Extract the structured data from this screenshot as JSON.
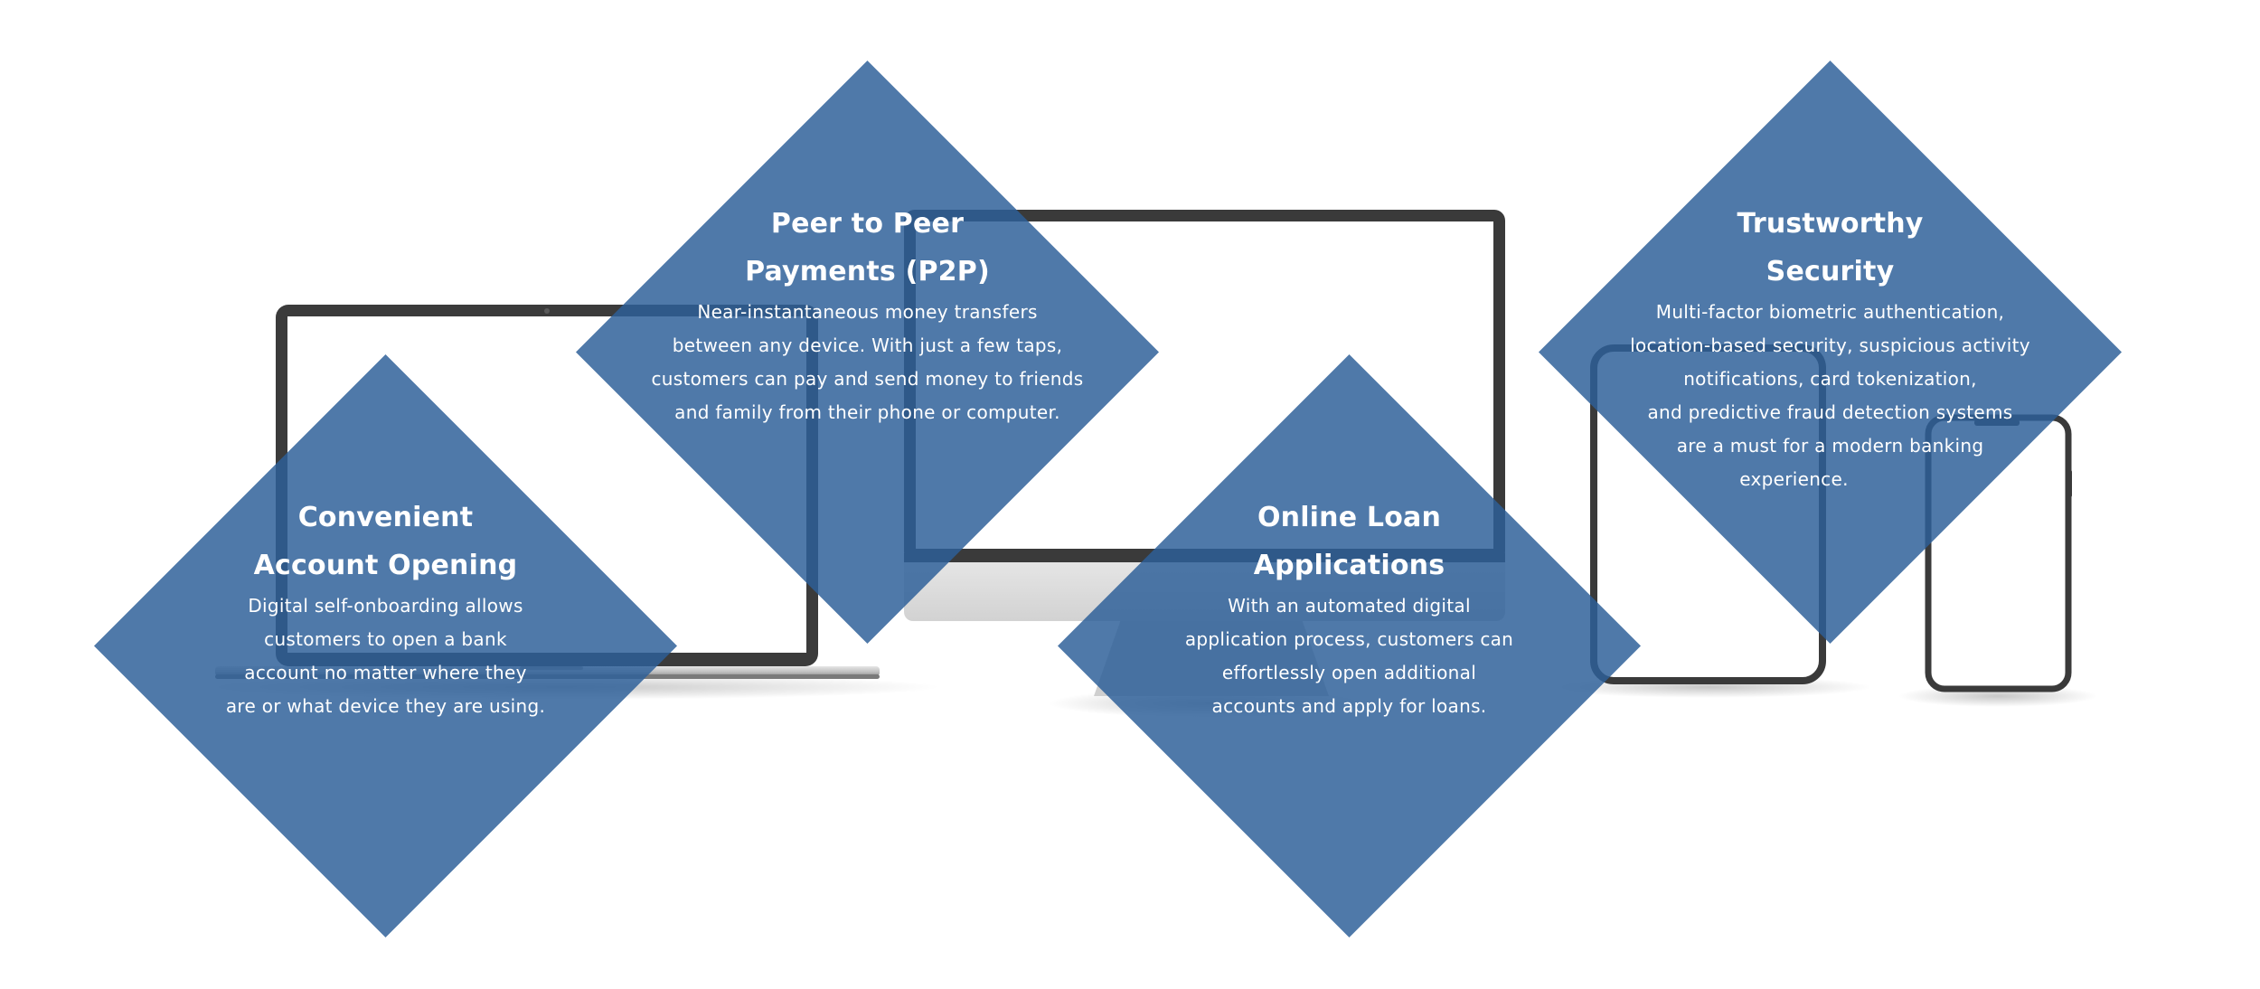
{
  "colors": {
    "diamond_fill": "#2d5f99",
    "text": "#ffffff",
    "device_frame": "#3a3a3a",
    "device_base": "#d9d9d9"
  },
  "cards": [
    {
      "id": "convenient-account-opening",
      "title_lines": [
        "Convenient",
        "Account Opening"
      ],
      "body_lines": [
        "Digital self-onboarding allows",
        "customers to open a bank",
        "account no matter where they",
        "are or what device they are using."
      ]
    },
    {
      "id": "peer-to-peer-payments",
      "title_lines": [
        "Peer to Peer",
        "Payments (P2P)"
      ],
      "body_lines": [
        "Near-instantaneous money transfers",
        "between any device. With just a few taps,",
        "customers can pay and send money to friends",
        "and family from their phone or computer."
      ]
    },
    {
      "id": "online-loan-applications",
      "title_lines": [
        "Online Loan",
        "Applications"
      ],
      "body_lines": [
        "With an automated digital",
        "application process, customers can",
        "effortlessly open additional",
        "accounts and apply for loans."
      ]
    },
    {
      "id": "trustworthy-security",
      "title_lines": [
        "Trustworthy",
        "Security"
      ],
      "body_lines": [
        "Multi-factor biometric authentication,",
        "location-based security, suspicious activity",
        "notifications, card tokenization,",
        "and predictive fraud detection systems",
        "are a must for a modern banking",
        "experience."
      ]
    }
  ]
}
